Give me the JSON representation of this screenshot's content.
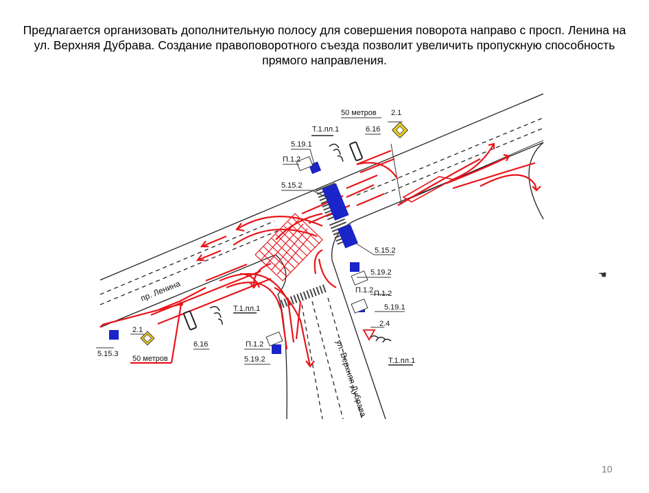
{
  "slide": {
    "title": "Предлагается организовать дополнительную полосу для совершения поворота направо с просп. Ленина на ул. Верхняя Дубрава. Создание правоповоротного съезда позволит увеличить пропускную способность прямого направления.",
    "page_number": "10"
  },
  "diagram": {
    "streets": {
      "main": "пр. Ленина",
      "cross": "ул. Верхняя Дубрава"
    },
    "distances": {
      "top": "50 метров",
      "bottom": "50 метров"
    },
    "signs": {
      "s2_1_top": "2.1",
      "t1_top": "Т.1.пл.1",
      "s6_16_top": "6.16",
      "s5_19_1_top": "5.19.1",
      "p1_2_top": "П.1.2",
      "s5_15_2_top": "5.15.2",
      "s5_15_2_mid": "5.15.2",
      "s5_19_2_right": "5.19.2",
      "p1_2_right_a": "П.1.2",
      "p1_2_right_b": "П.1.2",
      "s5_19_1_right": "5.19.1",
      "s2_4": "2.4",
      "t1_right": "Т.1.пл.1",
      "t1_bottom": "Т.1.пл.1",
      "s2_1_bottom": "2.1",
      "s5_15_3": "5.15.3",
      "s6_16_bottom": "6.16",
      "p1_2_bottom": "П.1.2",
      "s5_19_2_bottom": "5.19.2"
    },
    "colors": {
      "markings": "#e8141a",
      "sign_blue": "#1a24c8",
      "sign_yellow": "#f2d21a",
      "road_lines": "#222222"
    },
    "icons": [
      "pedestrian-crossing",
      "traffic-light",
      "give-way-triangle",
      "main-road-diamond",
      "lane-direction-sign"
    ]
  }
}
